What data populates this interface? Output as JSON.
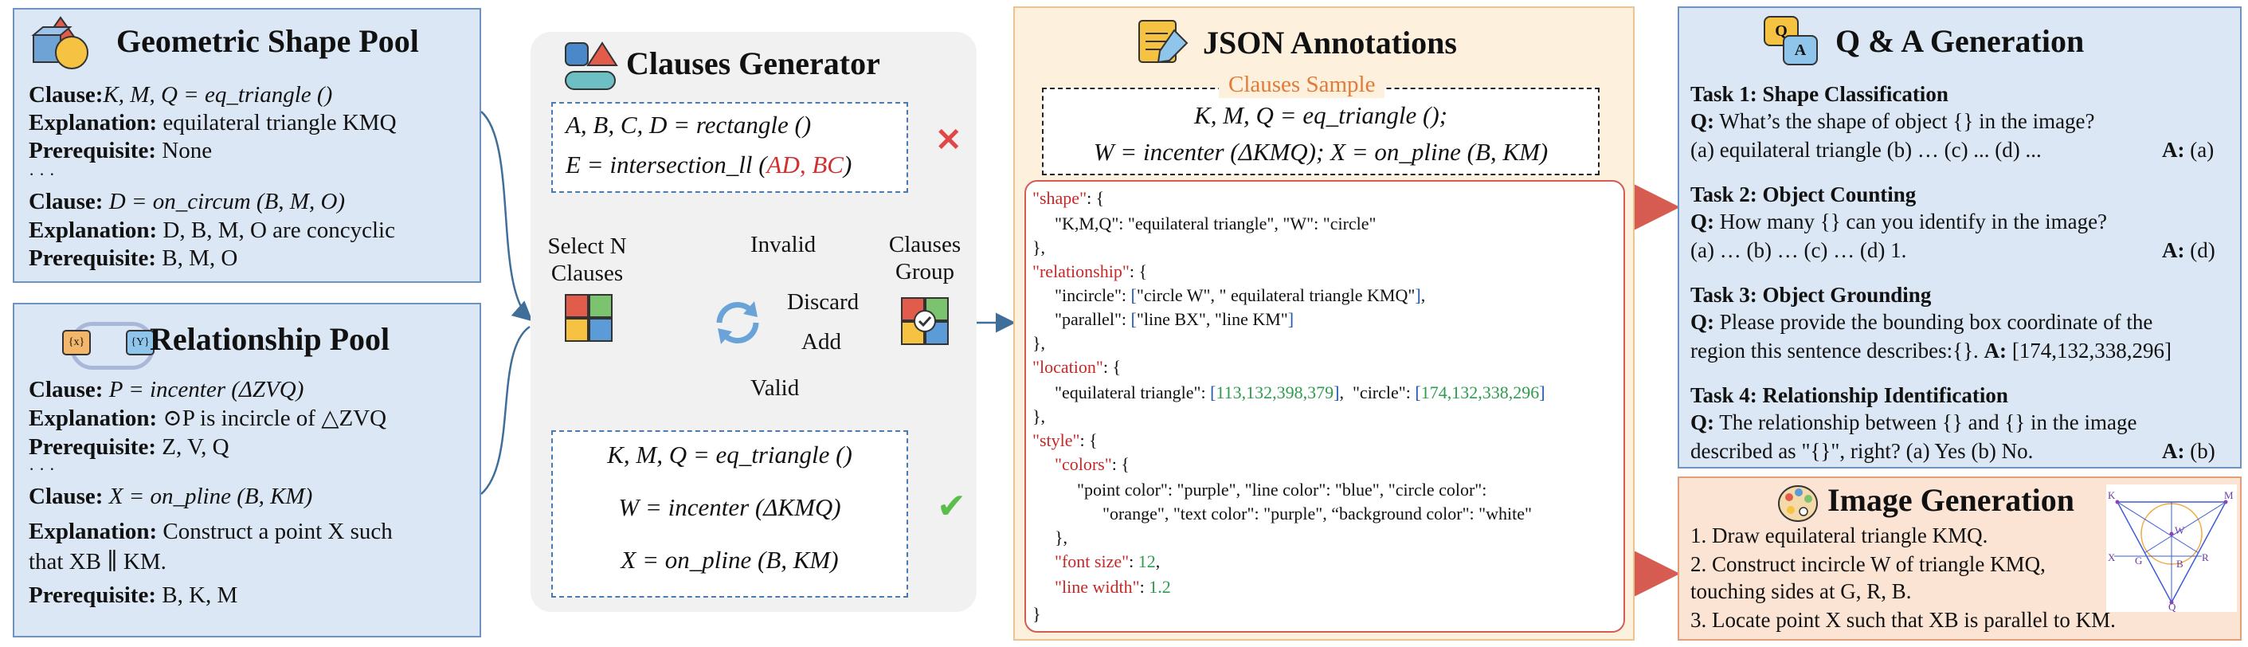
{
  "geo_pool": {
    "title": "Geometric Shape Pool",
    "clause1_label": "Clause:",
    "clause1_value": "K, M, Q  = eq_triangle ()",
    "expl1_label": "Explanation:",
    "expl1_value": "equilateral triangle KMQ",
    "prereq1_label": "Prerequisite:",
    "prereq1_value": "None",
    "ellipsis": "· · ·",
    "clause2_label": "Clause:",
    "clause2_value": "D  =  on_circum (B, M, O)",
    "expl2_label": "Explanation:",
    "expl2_value": "D, B, M, O are concyclic",
    "prereq2_label": "Prerequisite:",
    "prereq2_value": "B, M, O"
  },
  "rel_pool": {
    "title": "Relationship Pool",
    "icon_left": "{x}",
    "icon_right": "{Y}",
    "clause1_label": "Clause:",
    "clause1_value": "P  =  incenter (ΔZVQ)",
    "expl1_label": "Explanation:",
    "expl1_value": "⊙P is incircle of △ZVQ",
    "prereq1_label": "Prerequisite:",
    "prereq1_value": "Z, V, Q",
    "ellipsis": "· · ·",
    "clause2_label": "Clause:",
    "clause2_value": "X = on_pline (B, KM)",
    "expl2_label": "Explanation:",
    "expl2_value": "Construct a point X such",
    "expl2_cont": "that XB ∥ KM.",
    "prereq2_label": "Prerequisite:",
    "prereq2_value": "B, K, M"
  },
  "generator": {
    "title": "Clauses Generator",
    "invalid_line1": "A, B, C, D = rectangle ()",
    "invalid_line2_prefix": "E = intersection_ll (",
    "invalid_line2_red": "AD, BC",
    "invalid_line2_suffix": ")",
    "select_label_1": "Select N",
    "select_label_2": "Clauses",
    "invalid_label": "Invalid",
    "valid_label": "Valid",
    "discard_label": "Discard",
    "add_label": "Add",
    "group_label_1": "Clauses",
    "group_label_2": "Group",
    "valid_line1": "K, M, Q = eq_triangle ()",
    "valid_line2": "W = incenter (ΔKMQ)",
    "valid_line3": "X = on_pline (B, KM)",
    "cross_mark": "✕",
    "check_mark": "✔"
  },
  "json_ann": {
    "title": "JSON Annotations",
    "sample_label": "Clauses Sample",
    "sample_line1": "K, M, Q = eq_triangle ();",
    "sample_line2": "W = incenter (ΔKMQ); X = on_pline (B, KM)",
    "shape_key": "\"shape\"",
    "shape_body": "\"K,M,Q\": \"equilateral triangle\",  \"W\": \"circle\"",
    "rel_key": "\"relationship\"",
    "incircle_key": "\"incircle\": ",
    "incircle_val": "\"circle W\", \" equilateral triangle KMQ\"",
    "parallel_key": "\"parallel\": ",
    "parallel_val": "\"line BX\", \"line KM\"",
    "loc_key": "\"location\"",
    "loc_tri": "\"equilateral triangle\": ",
    "loc_tri_val": "113,132,398,379",
    "loc_circle": "\"circle\": ",
    "loc_circle_val": "174,132,338,296",
    "style_key": "\"style\"",
    "colors_key": "\"colors\"",
    "colors_line1": "\"point color\": \"purple\", \"line color\": \"blue\", \"circle color\":",
    "colors_line2": "\"orange\", \"text color\": \"purple\", “background color\": \"white\"",
    "font_key": "\"font size\"",
    "font_val": "12",
    "lw_key": "\"line width\"",
    "lw_val": "1.2"
  },
  "qa": {
    "title": "Q & A Generation",
    "icon_q": "Q",
    "icon_a": "A",
    "t1_title": "Task 1: Shape Classification",
    "t1_q": "What’s the shape of object {} in the image?",
    "t1_opts": "(a) equilateral triangle (b) … (c) ... (d) ...",
    "t1_ans": "(a)",
    "t2_title": "Task 2: Object Counting",
    "t2_q": "How many {} can you identify in the image?",
    "t2_opts": "(a) … (b) … (c) … (d) 1.",
    "t2_ans": "(d)",
    "t3_title": "Task 3: Object Grounding",
    "t3_q": "Please provide the bounding box coordinate of the",
    "t3_q2": "region this sentence describes:{}.",
    "t3_ans": "[174,132,338,296]",
    "t4_title": "Task 4: Relationship Identification",
    "t4_q": "The relationship between {} and {} in the image",
    "t4_q2": "described as \"{}\", right? (a) Yes (b) No.",
    "t4_ans": "(b)",
    "q_label": "Q:",
    "a_label": "A:"
  },
  "imggen": {
    "title": "Image Generation",
    "step1": "1. Draw equilateral triangle KMQ.",
    "step2a": "2. Construct incircle W of triangle KMQ,",
    "step2b": "touching sides at G, R, B.",
    "step3": "3. Locate point X such that XB is parallel to KM.",
    "pt_k": "K",
    "pt_m": "M",
    "pt_q": "Q",
    "pt_w": "W",
    "pt_x": "X",
    "pt_g": "G",
    "pt_r": "R",
    "pt_b": "B"
  },
  "colors": {
    "blue_panel": "#dbe7f4",
    "yellow_panel": "#fdf1dd",
    "peach_panel": "#fbe4d4",
    "red_arrow": "#e06666",
    "json_key": "#c62828",
    "json_num": "#2e9b4f"
  }
}
